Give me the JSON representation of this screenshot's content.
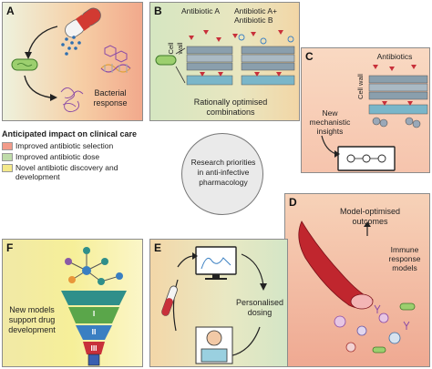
{
  "panels": {
    "a": {
      "label": "A",
      "response": "Bacterial response"
    },
    "b": {
      "label": "B",
      "antibiotic_a": "Antibiotic A",
      "antibiotic_ab": "Antibiotic A+ Antibiotic B",
      "cell_wall": "Cell wall",
      "caption": "Rationally optimised combinations"
    },
    "c": {
      "label": "C",
      "antibiotics": "Antibiotics",
      "cell_wall": "Cell wall",
      "insights": "New mechanistic insights"
    },
    "d": {
      "label": "D",
      "outcomes": "Model-optimised outcomes",
      "immune": "Immune response models"
    },
    "e": {
      "label": "E",
      "dosing": "Personalised dosing"
    },
    "f": {
      "label": "F",
      "models": "New models support drug development",
      "funnel_levels": [
        "I",
        "II",
        "III"
      ]
    }
  },
  "legend": {
    "title": "Anticipated impact on clinical care",
    "items": [
      {
        "label": "Improved antibiotic selection",
        "color": "#f29b8a"
      },
      {
        "label": "Improved antibiotic dose",
        "color": "#bfdcaa"
      },
      {
        "label": "Novel antibiotic discovery and development",
        "color": "#f4e98a"
      }
    ]
  },
  "center": {
    "text": "Research priorities in anti-infective pharmacology"
  },
  "colors": {
    "teal": "#2f8f8a",
    "red": "#c8303a",
    "purple": "#8a5aa6",
    "blue": "#3a7fc2",
    "orange": "#e8963a"
  }
}
